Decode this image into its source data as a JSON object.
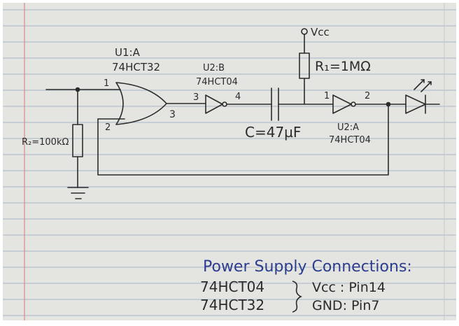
{
  "colors": {
    "paper": "#e4e4e0",
    "rule_line": "#a9b7c9",
    "margin_line": "#d88a8a",
    "pencil": "#2b2b2b",
    "blue_ink": "#2c3d8f"
  },
  "components": {
    "u1": {
      "name": "U1:A",
      "part": "74HCT32",
      "pin_in1": "1",
      "pin_in2": "2",
      "pin_out": "3"
    },
    "u2b": {
      "name": "U2:B",
      "part": "74HCT04",
      "pin_in": "3",
      "pin_out": "4"
    },
    "u2a": {
      "name": "U2:A",
      "part": "74HCT04",
      "pin_in": "1",
      "pin_out": "2"
    },
    "r1": {
      "label": "R₁=1MΩ"
    },
    "r2": {
      "label": "R₂=100kΩ"
    },
    "c": {
      "label": "C=47µF"
    },
    "vcc": {
      "label": "Vcc"
    }
  },
  "notes": {
    "title": "Power Supply Connections:",
    "row1_part": "74HCT04",
    "row2_part": "74HCT32",
    "vcc_conn": "Vcc : Pin14",
    "gnd_conn": "GND: Pin7"
  }
}
